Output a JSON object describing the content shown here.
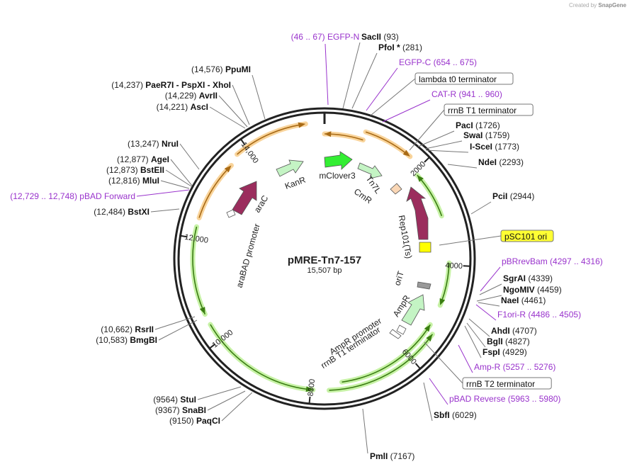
{
  "credit": {
    "prefix": "Created by",
    "brand": "SnapGene"
  },
  "plasmid": {
    "name": "pMRE-Tn7-157",
    "size": "15,507 bp"
  },
  "ticks": [
    "2000",
    "4000",
    "6000",
    "8000",
    "10,000",
    "12,000",
    "14,000"
  ],
  "features": [
    {
      "label": "mClover3",
      "color": "#33ee33"
    },
    {
      "label": "KanR",
      "color": "#c4f4c4"
    },
    {
      "label": "araC",
      "color": "#9b2d5d"
    },
    {
      "label": "araBAD promoter",
      "color": "#ffffff"
    },
    {
      "label": "CmR",
      "color": "#c4f4c4"
    },
    {
      "label": "Tn7L",
      "color": "#fad7b6"
    },
    {
      "label": "Rep101(Ts)",
      "color": "#9b2d5d"
    },
    {
      "label": "pSC101 ori",
      "color": "#ffff00"
    },
    {
      "label": "oriT",
      "color": "#999999"
    },
    {
      "label": "AmpR",
      "color": "#c4f4c4"
    },
    {
      "label": "AmpR promoter",
      "color": "#ffffff"
    },
    {
      "label": "rrnB T1 terminator",
      "color": "#ffffff"
    }
  ],
  "sites": [
    {
      "pos": "(46 .. 67)",
      "name": "EGFP-N",
      "primer": true
    },
    {
      "name": "SacII",
      "pos": "(93)"
    },
    {
      "name": "PfoI *",
      "pos": "(281)"
    },
    {
      "name": "EGFP-C",
      "pos": "(654 .. 675)",
      "primer": true
    },
    {
      "name": "lambda t0 terminator",
      "boxed": true
    },
    {
      "name": "CAT-R",
      "pos": "(941 .. 960)",
      "primer": true
    },
    {
      "name": "rrnB T1 terminator",
      "boxed": true
    },
    {
      "name": "PacI",
      "pos": "(1726)"
    },
    {
      "name": "SwaI",
      "pos": "(1759)"
    },
    {
      "name": "I-SceI",
      "pos": "(1773)"
    },
    {
      "name": "NdeI",
      "pos": "(2293)"
    },
    {
      "name": "PciI",
      "pos": "(2944)"
    },
    {
      "name": "pSC101 ori",
      "boxed": true,
      "highlight": true
    },
    {
      "name": "pBRrevBam",
      "pos": "(4297 .. 4316)",
      "primer": true
    },
    {
      "name": "SgrAI",
      "pos": "(4339)"
    },
    {
      "name": "NgoMIV",
      "pos": "(4459)"
    },
    {
      "name": "NaeI",
      "pos": "(4461)"
    },
    {
      "name": "F1ori-R",
      "pos": "(4486 .. 4505)",
      "primer": true
    },
    {
      "name": "AhdI",
      "pos": "(4707)"
    },
    {
      "name": "BglI",
      "pos": "(4827)"
    },
    {
      "name": "FspI",
      "pos": "(4929)"
    },
    {
      "name": "Amp-R",
      "pos": "(5257 .. 5276)",
      "primer": true
    },
    {
      "name": "rrnB T2 terminator",
      "boxed": true
    },
    {
      "name": "pBAD Reverse",
      "pos": "(5963 .. 5980)",
      "primer": true
    },
    {
      "name": "SbfI",
      "pos": "(6029)"
    },
    {
      "name": "PmlI",
      "pos": "(7167)"
    },
    {
      "pos": "(9150)",
      "name": "PaqCI"
    },
    {
      "pos": "(9367)",
      "name": "SnaBI"
    },
    {
      "pos": "(9564)",
      "name": "StuI"
    },
    {
      "pos": "(10,583)",
      "name": "BmgBI"
    },
    {
      "pos": "(10,662)",
      "name": "RsrII"
    },
    {
      "pos": "(12,484)",
      "name": "BstXI"
    },
    {
      "pos": "(12,729 .. 12,748)",
      "name": "pBAD Forward",
      "primer": true
    },
    {
      "pos": "(12,816)",
      "name": "MluI"
    },
    {
      "pos": "(12,873)",
      "name": "BstEII"
    },
    {
      "pos": "(12,877)",
      "name": "AgeI"
    },
    {
      "pos": "(13,247)",
      "name": "NruI"
    },
    {
      "pos": "(14,221)",
      "name": "AscI"
    },
    {
      "pos": "(14,229)",
      "name": "AvrII"
    },
    {
      "pos": "(14,237)",
      "name": "PaeR7I  -  PspXI  -  XhoI"
    },
    {
      "pos": "(14,576)",
      "name": "PpuMI"
    }
  ],
  "colors": {
    "backbone": "#222222",
    "primer": "#9933cc",
    "orf_fill": "#f9d49b",
    "orf_arrow": "#a86a15",
    "cds_fill": "#c7f2a6",
    "cds_arrow": "#3a7d12",
    "label_line": "#777777"
  }
}
